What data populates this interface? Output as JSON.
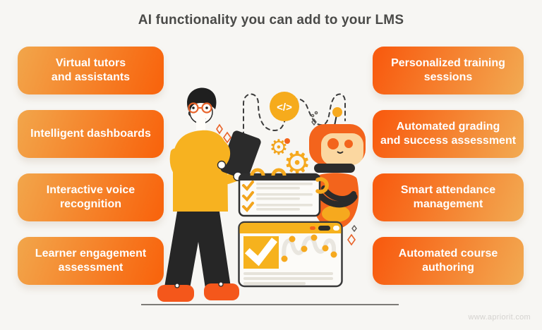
{
  "page": {
    "title": "AI functionality you can add to your LMS",
    "watermark": "www.apriorit.com"
  },
  "features": {
    "left": [
      {
        "label": "Virtual tutors\nand assistants"
      },
      {
        "label": "Intelligent dashboards"
      },
      {
        "label": "Interactive voice\nrecognition"
      },
      {
        "label": "Learner engagement\nassessment"
      }
    ],
    "right": [
      {
        "label": "Personalized training\nsessions"
      },
      {
        "label": "Automated grading\nand success assessment"
      },
      {
        "label": "Smart attendance\nmanagement"
      },
      {
        "label": "Automated course\nauthoring"
      }
    ]
  },
  "illustration": {
    "code_symbol": "</>",
    "gear_symbol": "⚙"
  },
  "colors": {
    "orange_vivid": "#f8600e",
    "orange_amber": "#f2a64b",
    "robot_orange": "#f3641c",
    "accent_yellow": "#f6b21d",
    "title_text": "#4a4a48",
    "pill_text": "#ffffff",
    "background": "#f7f6f3"
  }
}
